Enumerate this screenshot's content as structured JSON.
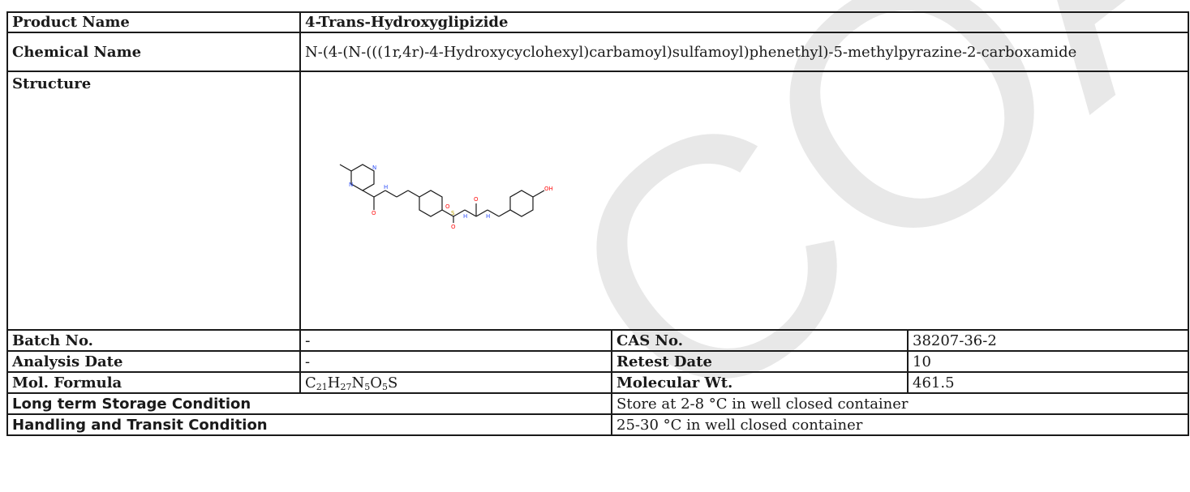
{
  "rows": {
    "product_name": {
      "label": "Product Name",
      "value": "4-Trans-Hydroxyglipizide"
    },
    "chemical_name": {
      "label": "Chemical Name",
      "value": "N-(4-(N-(((1r,4r)-4-Hydroxycyclohexyl)carbamoyl)sulfamoyl)phenethyl)-5-methylpyrazine-2-carboxamide"
    },
    "structure": {
      "label": "Structure"
    },
    "batch": {
      "label": "Batch No.",
      "value": "-",
      "cas_label": "CAS No.",
      "cas_value": "38207-36-2"
    },
    "analysis": {
      "label": "Analysis Date",
      "value": "-",
      "retest_label": "Retest Date",
      "retest_value": "10"
    },
    "formula": {
      "label": "Mol. Formula",
      "molwt_label": "Molecular Wt.",
      "molwt_value": "461.5"
    },
    "storage": {
      "label": "Long term Storage Condition",
      "value": "Store at 2-8 °C in well closed container"
    },
    "handling": {
      "label": "Handling and Transit Condition",
      "value": "25-30 °C in well closed container"
    }
  },
  "formula_parts": {
    "c": "C",
    "c_n": "21",
    "h": "H",
    "h_n": "27",
    "n": "N",
    "n_n": "5",
    "o": "O",
    "o_n": "5",
    "s": "S"
  },
  "structure_atoms": {
    "n1": "N",
    "n2": "N",
    "nh_amide": "H",
    "o_amide": "O",
    "s": "S",
    "o_s1": "O",
    "o_s2": "O",
    "nh_s": "H",
    "o_urea": "O",
    "nh_urea": "H",
    "oh": "OH"
  },
  "watermark": {
    "text": "COA",
    "color": "#e6e6e6"
  },
  "colors": {
    "border": "#1a1a1a",
    "nitrogen": "#3050f8",
    "oxygen": "#ff0d0d",
    "sulfur": "#b8a000"
  }
}
